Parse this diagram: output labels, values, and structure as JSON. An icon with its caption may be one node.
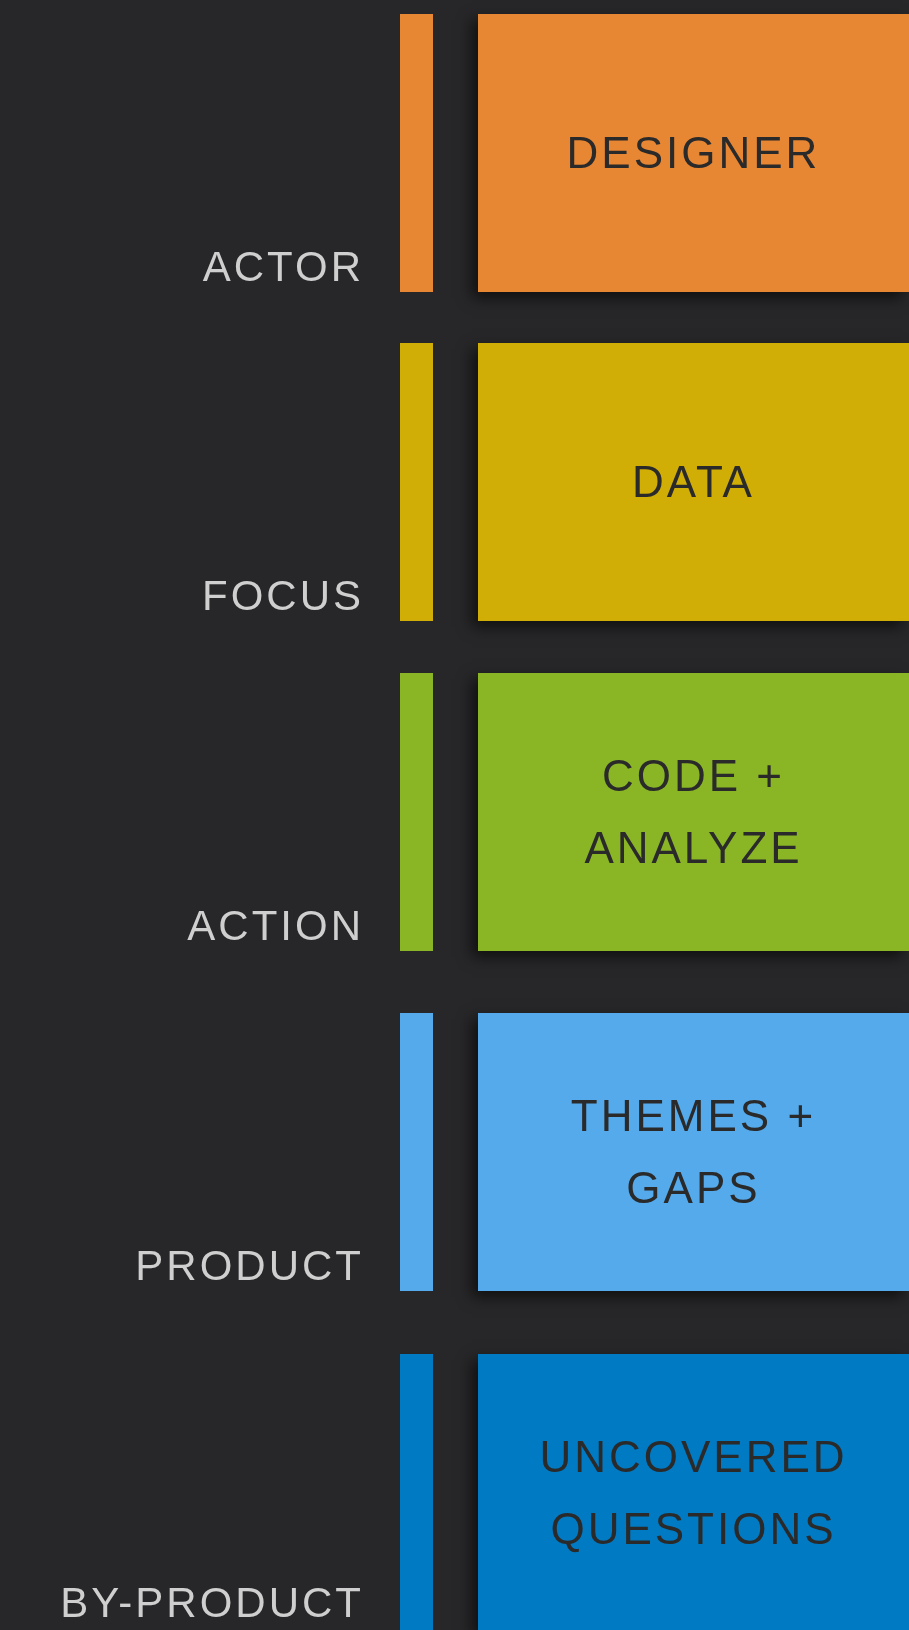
{
  "diagram": {
    "nodes": [
      {
        "text": [
          "DESIGNER"
        ],
        "beside": [
          "ACTOR"
        ]
      },
      {
        "text": [
          "DATA"
        ],
        "beside": [
          "FOCUS"
        ]
      },
      {
        "text": [
          "CODE + ANALYZE"
        ],
        "beside": [
          "ACTION"
        ]
      },
      {
        "text": [
          "THEMES + GAPS"
        ],
        "beside": [
          "PRODUCT"
        ]
      },
      {
        "text": [
          "UNCOVERED QUESTIONS"
        ],
        "beside": [
          "BY-PRODUCT"
        ]
      }
    ]
  }
}
